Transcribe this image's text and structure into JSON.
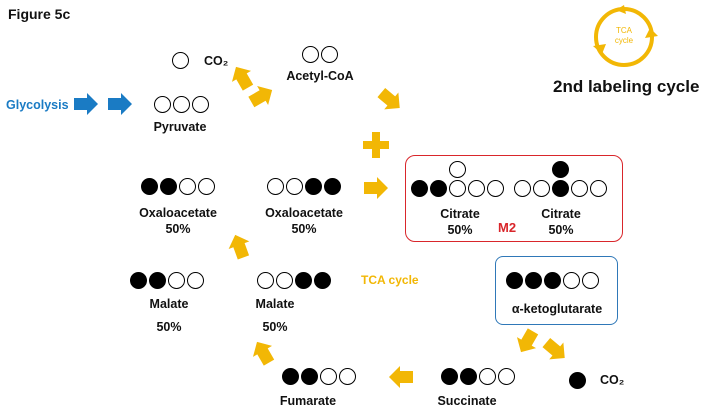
{
  "figure_label": "Figure 5c",
  "title": "2nd labeling cycle",
  "tca_icon_text": "TCA cycle",
  "tca_cycle_label": "TCA cycle",
  "glycolysis": "Glycolysis",
  "m2_label": "M2",
  "colors": {
    "arrow": "#f2b705",
    "glycolysis_arrow": "#1a7bc4",
    "m2_box": "#d9262b",
    "akg_box": "#2f78b8",
    "tca_label": "#f2b705"
  },
  "molecules": [
    {
      "id": "co2-top",
      "name": "CO₂",
      "atoms": [
        0
      ]
    },
    {
      "id": "acetyl-coa",
      "name": "Acetyl-CoA",
      "atoms": [
        0,
        0
      ]
    },
    {
      "id": "pyruvate",
      "name": "Pyruvate",
      "atoms": [
        0,
        0,
        0
      ]
    },
    {
      "id": "oxaloacetate-a",
      "name": "Oxaloacetate",
      "percent": "50%",
      "atoms": [
        1,
        1,
        0,
        0
      ]
    },
    {
      "id": "oxaloacetate-b",
      "name": "Oxaloacetate",
      "percent": "50%",
      "atoms": [
        0,
        0,
        1,
        1
      ]
    },
    {
      "id": "citrate-a",
      "name": "Citrate",
      "percent": "50%",
      "atoms": [
        1,
        1,
        0,
        0,
        0
      ],
      "branch": 0
    },
    {
      "id": "citrate-b",
      "name": "Citrate",
      "percent": "50%",
      "atoms": [
        0,
        0,
        1,
        0,
        0
      ],
      "branch": 1
    },
    {
      "id": "akg",
      "name": "α-ketoglutarate",
      "atoms": [
        1,
        1,
        1,
        0,
        0
      ]
    },
    {
      "id": "malate-a",
      "name": "Malate",
      "percent": "50%",
      "atoms": [
        1,
        1,
        0,
        0
      ]
    },
    {
      "id": "malate-b",
      "name": "Malate",
      "percent": "50%",
      "atoms": [
        0,
        0,
        1,
        1
      ]
    },
    {
      "id": "fumarate",
      "name": "Fumarate",
      "atoms": [
        1,
        1,
        0,
        0
      ]
    },
    {
      "id": "succinate",
      "name": "Succinate",
      "atoms": [
        1,
        1,
        0,
        0
      ]
    },
    {
      "id": "co2-bottom",
      "name": "CO₂",
      "atoms": [
        1
      ]
    }
  ]
}
